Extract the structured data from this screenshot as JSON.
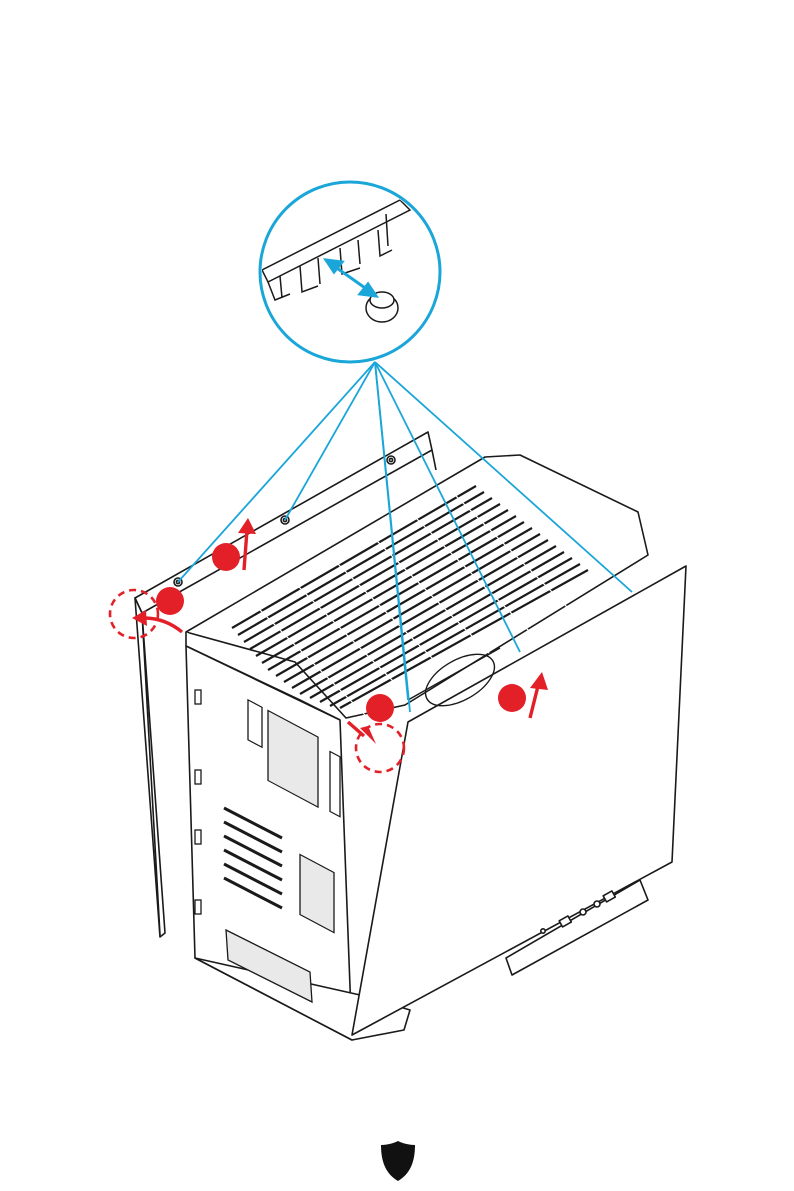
{
  "document": {
    "figure": {
      "subject": "pc-case-side-panel-removal",
      "callout": {
        "icon": "magnified-detail-circle",
        "accent_color": "#1aa6d8"
      },
      "steps": [
        {
          "icon": "red-step-dot-with-up-arrow",
          "action": "lift-side-panel-up"
        },
        {
          "icon": "red-step-dot-with-curved-arrow",
          "action": "pull-side-panel-out"
        }
      ],
      "dashed_circle_icon": "red-dashed-highlight-circle",
      "marker_color": "#e32028",
      "line_color": "#1a1a1a"
    },
    "footer": {
      "logo_icon": "msi-shield-icon",
      "logo_color": "#111111"
    }
  }
}
